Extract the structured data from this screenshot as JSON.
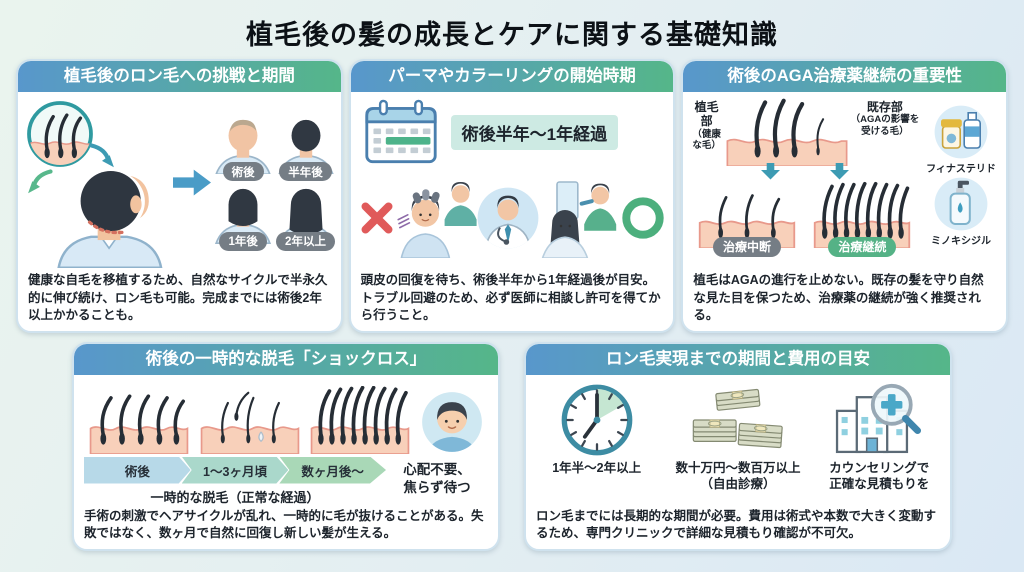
{
  "title": "植毛後の髪の成長とケアに関する基礎知識",
  "colors": {
    "header_gradient_start": "#5897cc",
    "header_gradient_end": "#55b689",
    "accent_teal": "#3d9bb3",
    "badge_gray": "#757d85",
    "badge_green": "#55b286",
    "ng_red": "#e05a5a",
    "ok_green": "#4caf7d",
    "highlight_bg": "#cdeae3"
  },
  "icons": {
    "follicle": "hair-follicle-circle-icon",
    "right_arrow": "right-block-arrow-icon",
    "calendar": "calendar-icon",
    "ng": "red-cross-icon",
    "ok": "green-circle-icon",
    "doctor": "doctor-icon",
    "down_arrow": "down-arrow-icon",
    "finasteride": "pill-bottles-icon",
    "minoxidil": "spray-bottle-icon",
    "patient_face": "relieved-patient-face-icon",
    "clock": "clock-icon",
    "money": "banknote-stacks-icon",
    "clinic": "hospital-magnifier-icon"
  },
  "panels": {
    "challenge": {
      "header": "植毛後のロン毛への挑戦と期間",
      "stages": [
        "術後",
        "半年後",
        "1年後",
        "2年以上"
      ],
      "body": "健康な自毛を移植するため、自然なサイクルで半永久的に伸び続け、ロン毛も可能。完成までには術後2年以上かかることも。"
    },
    "timing": {
      "header": "パーマやカラーリングの開始時期",
      "highlight": "術後半年～1年経過",
      "body": "頭皮の回復を待ち、術後半年から1年経過後が目安。トラブル回避のため、必ず医師に相談し許可を得てから行うこと。"
    },
    "aga": {
      "header": "術後のAGA治療薬継続の重要性",
      "transplant_label": "植毛部",
      "transplant_sub": "（健康な毛）",
      "existing_label": "既存部",
      "existing_sub": "（AGAの影響を受ける毛）",
      "stop_badge": "治療中断",
      "continue_badge": "治療継続",
      "finasteride": "フィナステリド",
      "minoxidil": "ミノキシジル",
      "body": "植毛はAGAの進行を止めない。既存の髪を守り自然な見た目を保つため、治療薬の継続が強く推奨される。"
    },
    "shockloss": {
      "header": "術後の一時的な脱毛「ショックロス」",
      "timeline": [
        "術後",
        "1～3ヶ月頃",
        "数ヶ月後～"
      ],
      "caption": "一時的な脱毛（正常な経過）",
      "advice": "心配不要、\n焦らず待つ",
      "body": "手術の刺激でヘアサイクルが乱れ、一時的に毛が抜けることがある。失敗ではなく、数ヶ月で自然に回復し新しい髪が生える。"
    },
    "cost": {
      "header": "ロン毛実現までの期間と費用の目安",
      "items": [
        {
          "icon": "clock-icon",
          "label": "1年半～2年以上"
        },
        {
          "icon": "banknote-stacks-icon",
          "label": "数十万円～数百万以上\n（自由診療）"
        },
        {
          "icon": "hospital-magnifier-icon",
          "label": "カウンセリングで\n正確な見積もりを"
        }
      ],
      "body": "ロン毛までには長期的な期間が必要。費用は術式や本数で大きく変動するため、専門クリニックで詳細な見積もり確認が不可欠。"
    }
  }
}
